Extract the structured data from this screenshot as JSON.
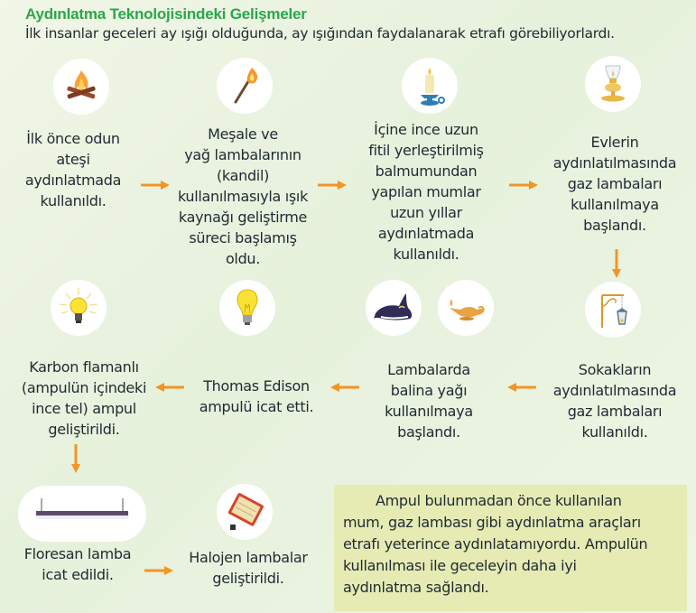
{
  "header": {
    "title": "Aydınlatma Teknolojisindeki Gelişmeler",
    "intro": "İlk insanlar geceleri ay ışığı olduğunda, ay ışığından faydalanarak etrafı görebiliyorlardı."
  },
  "colors": {
    "title_green": "#2aa74a",
    "arrow_orange": "#f39423",
    "note_background": "#e6ebb4",
    "background": "#e9f3df"
  },
  "steps": [
    {
      "icon": "campfire-icon",
      "lines": [
        "İlk önce odun",
        "ateşi",
        "aydınlatmada",
        "kullanıldı."
      ]
    },
    {
      "icon": "torch-icon",
      "lines": [
        "Meşale ve",
        "yağ lambalarının",
        "(kandil)",
        "kullanılmasıyla ışık",
        "kaynağı geliştirme",
        "süreci başlamış",
        "oldu."
      ]
    },
    {
      "icon": "candle-icon",
      "lines": [
        "İçine ince uzun",
        "fitil yerleştirilmiş",
        "balmumundan",
        "yapılan mumlar",
        "uzun yıllar",
        "aydınlatmada",
        "kullanıldı."
      ]
    },
    {
      "icon": "oil-lamp-icon",
      "lines": [
        "Evlerin",
        "aydınlatılmasında",
        "gaz lambaları",
        "kullanılmaya",
        "başlandı."
      ]
    },
    {
      "icon": "street-lamp-icon",
      "lines": [
        "Sokakların",
        "aydınlatılmasında",
        "gaz lambaları",
        "kullanıldı."
      ]
    },
    {
      "icon": "whale-and-oil-lamp-icon",
      "lines": [
        "Lambalarda",
        "balina yağı",
        "kullanılmaya",
        "başlandı."
      ]
    },
    {
      "icon": "light-bulb-icon",
      "lines": [
        "Thomas Edison",
        "ampulü icat etti."
      ]
    },
    {
      "icon": "glowing-bulb-icon",
      "lines": [
        "Karbon flamanlı",
        "(ampulün içindeki",
        "ince tel) ampul",
        "geliştirildi."
      ]
    },
    {
      "icon": "fluorescent-lamp-icon",
      "lines": [
        "Floresan lamba",
        "icat edildi."
      ]
    },
    {
      "icon": "halogen-lamp-icon",
      "lines": [
        "Halojen lambalar",
        "geliştirildi."
      ]
    }
  ],
  "note": {
    "lines": [
      "Ampul bulunmadan önce kullanılan",
      "mum, gaz lambası gibi aydınlatma araçları",
      "etrafı yeterince aydınlatamıyordu. Ampulün",
      "kullanılması ile geceleyin daha iyi",
      "aydınlatma sağlandı."
    ]
  }
}
